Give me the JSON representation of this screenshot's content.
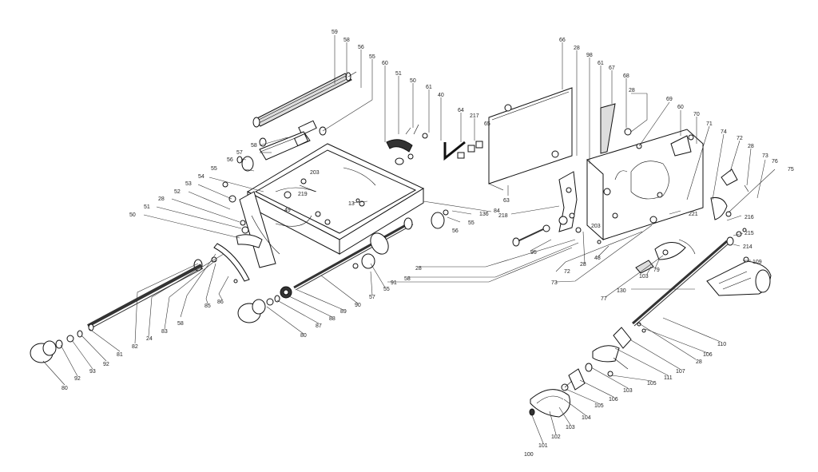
{
  "labels": {
    "l59": "59",
    "l58a": "58",
    "l56a": "56",
    "l55a": "55",
    "l60a": "60",
    "l51a": "51",
    "l50a": "50",
    "l61a": "61",
    "l40": "40",
    "l64": "64",
    "l217": "217",
    "l65": "65",
    "l66": "66",
    "l28a": "28",
    "l98": "98",
    "l61b": "61",
    "l67": "67",
    "l68": "68",
    "l28b": "28",
    "l69": "69",
    "l60b": "60",
    "l70": "70",
    "l71": "71",
    "l74": "74",
    "l72a": "72",
    "l28c": "28",
    "l73a": "73",
    "l76": "76",
    "l75": "75",
    "l58b": "58",
    "l57a": "57",
    "l56b": "56",
    "l55b": "55",
    "l54": "54",
    "l53": "53",
    "l52": "52",
    "l28d": "28",
    "l51b": "51",
    "l50b": "50",
    "l203a": "203",
    "l219": "219",
    "l49": "49",
    "l13": "13",
    "l84": "84",
    "l55c": "55",
    "l56c": "56",
    "l136": "136",
    "l63": "63",
    "l218": "218",
    "l221": "221",
    "l216": "216",
    "l215": "215",
    "l214": "214",
    "l203b": "203",
    "l95": "95",
    "l28e": "28",
    "l48": "48",
    "l28f": "28",
    "l58c": "58",
    "l91": "91",
    "l72b": "72",
    "l73b": "73",
    "l103a": "103",
    "l79": "79",
    "l109": "109",
    "l130": "130",
    "l77": "77",
    "l55d": "55",
    "l57b": "57",
    "l90": "90",
    "l89": "89",
    "l88": "88",
    "l87": "87",
    "l80a": "80",
    "l86": "86",
    "l85": "85",
    "l58d": "58",
    "l83": "83",
    "l24": "24",
    "l82": "82",
    "l81": "81",
    "l92a": "92",
    "l93": "93",
    "l92b": "92",
    "l80b": "80",
    "l110": "110",
    "l106a": "106",
    "l28g": "28",
    "l107": "107",
    "l111": "111",
    "l105a": "105",
    "l103b": "103",
    "l106b": "106",
    "l105b": "105",
    "l104": "104",
    "l103c": "103",
    "l102": "102",
    "l101": "101",
    "l100": "100"
  }
}
